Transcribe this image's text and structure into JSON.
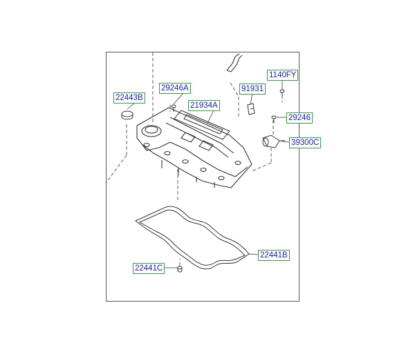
{
  "parts": {
    "p22443B": "22443B",
    "p29246A": "29246A",
    "p21934A": "21934A",
    "p91931": "91931",
    "p1140FY": "1140FY",
    "p29246": "29246",
    "p39300C": "39300C",
    "p22441B": "22441B",
    "p22441C": "22441C"
  },
  "colors": {
    "callout_text": "#1a1ab0",
    "callout_border": "#2e9b3a",
    "line_art": "#333333"
  }
}
